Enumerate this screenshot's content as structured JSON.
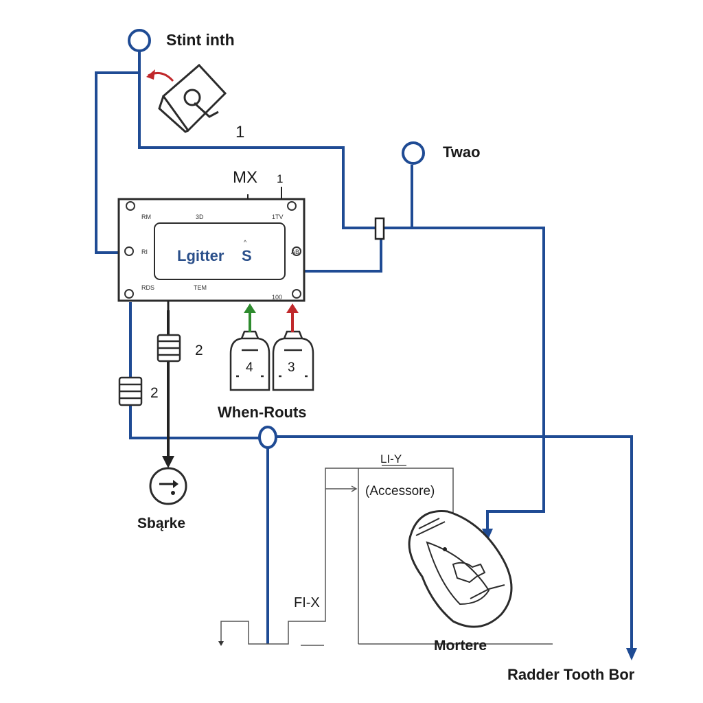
{
  "colors": {
    "wire": "#1f4b94",
    "black_wire": "#222222",
    "green_arrow": "#2e8b2e",
    "red_arrow": "#c0282b",
    "outline": "#2b2b2b",
    "module_fill": "#ffffff"
  },
  "labels": {
    "top_left_terminal": "Stint inth",
    "top_right_terminal": "Twao",
    "switch_number": "1",
    "module_header": "MX",
    "module_header_num": "1",
    "module_title": "Lgitter",
    "module_title_suffix": "S",
    "module_tl": "RM",
    "module_tc": "3D",
    "module_tr": "1TV",
    "module_ml": "RI",
    "module_mr": "AB",
    "module_bl": "RDS",
    "module_bc": "TEM",
    "module_br": "100",
    "coil_upper_num": "2",
    "coil_lower_num": "2",
    "bulb_left_num": "4",
    "bulb_right_num": "3",
    "bulbs_caption": "When-Routs",
    "gauge_caption": "Sbąrke",
    "accessory_header": "LI-Y",
    "accessory_label": "(Accessore)",
    "fix_label": "FI-X",
    "motor_caption": "Mortere",
    "bottom_right_caption": "Radder Tooth Bor"
  },
  "icons": {
    "switch": "ignition-switch-icon",
    "gauge": "gauge-icon",
    "bulb": "lamp-socket-icon",
    "motor": "motor-icon",
    "coil": "coil-icon"
  }
}
